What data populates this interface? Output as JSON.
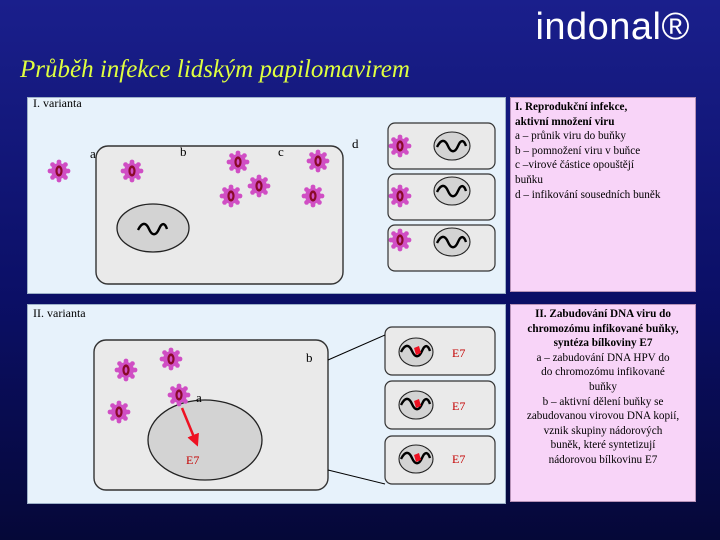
{
  "brand": "indonal®",
  "title": "Průběh infekce lidským papilomavirem",
  "variant1": {
    "label": "I. varianta",
    "step_a": "a",
    "step_b": "b",
    "step_c": "c",
    "step_d": "d"
  },
  "variant2": {
    "label": "II. varianta",
    "step_a": "a",
    "step_b": "b",
    "nucleus_protein": "E7",
    "cell_protein_1": "E7",
    "cell_protein_2": "E7",
    "cell_protein_3": "E7"
  },
  "notes1": {
    "head_1": "I. Reprodukční infekce,",
    "head_2": "aktivní množení viru",
    "line_a": "a – průnik viru do buňky",
    "line_b": "b – pomnožení viru v buňce",
    "line_c1": "c –virové částice opouštějí",
    "line_c2": "buňku",
    "line_d": "d – infikování sousedních buněk"
  },
  "notes2": {
    "head_1": "II. Zabudování DNA viru do",
    "head_2": "chromozómu infikované buňky,",
    "head_3": "syntéza bílkoviny E7",
    "line_a1": "a – zabudování DNA HPV do",
    "line_a2": "do chromozómu infikované",
    "line_a3": "buňky",
    "line_b1": "b – aktivní dělení buňky se",
    "line_b2": "zabudovanou virovou DNA kopií,",
    "line_b3": "vznik skupiny nádorových",
    "line_b4": "buněk, které syntetizují",
    "line_b5": "nádorovou bílkovinu E7"
  },
  "colors": {
    "virus_spike": "#d04ec4",
    "virus_core": "#8a0a2a",
    "cell_fill": "#eaeaea",
    "nucleus_fill": "#cfcfcf",
    "arrow_red": "#ee1122",
    "title_yellow": "#dfff3f"
  }
}
